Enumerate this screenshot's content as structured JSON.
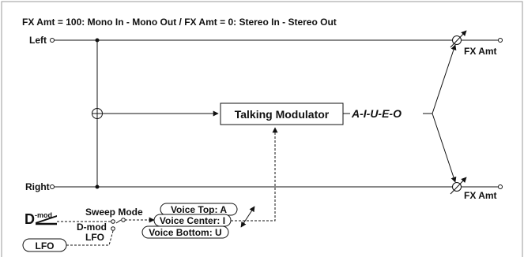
{
  "header": {
    "title": "FX Amt = 100: Mono In - Mono Out  /  FX Amt = 0: Stereo In - Stereo Out"
  },
  "inputs": {
    "left": "Left",
    "right": "Right"
  },
  "outputs": {
    "fx_amt_top": "FX Amt",
    "fx_amt_bottom": "FX Amt"
  },
  "module": {
    "name": "Talking Modulator",
    "vowels": "A-I-U-E-O"
  },
  "sweep": {
    "dmod_prefix": "D",
    "dmod_superscript": "-mod",
    "mode_label": "Sweep Mode",
    "dmod_option": "D-mod",
    "lfo_option": "LFO",
    "lfo_box": "LFO"
  },
  "voices": {
    "top": "Voice Top: A",
    "center": "Voice Center: I",
    "bottom": "Voice Bottom: U"
  },
  "colors": {
    "line": "#111111",
    "border": "#9a9a9a",
    "background": "#ffffff"
  }
}
